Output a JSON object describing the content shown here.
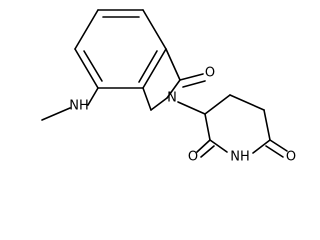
{
  "molecule": {
    "atom_labels": {
      "carbonyl_oxygen_top": "O",
      "lactam_nitrogen": "N",
      "methylamino_group": "NH",
      "imide_oxygen_left": "O",
      "imide_nitrogen": "NH",
      "imide_oxygen_right": "O"
    },
    "colors": {
      "bond": "#000000",
      "label": "#000000",
      "background": "#ffffff"
    }
  }
}
